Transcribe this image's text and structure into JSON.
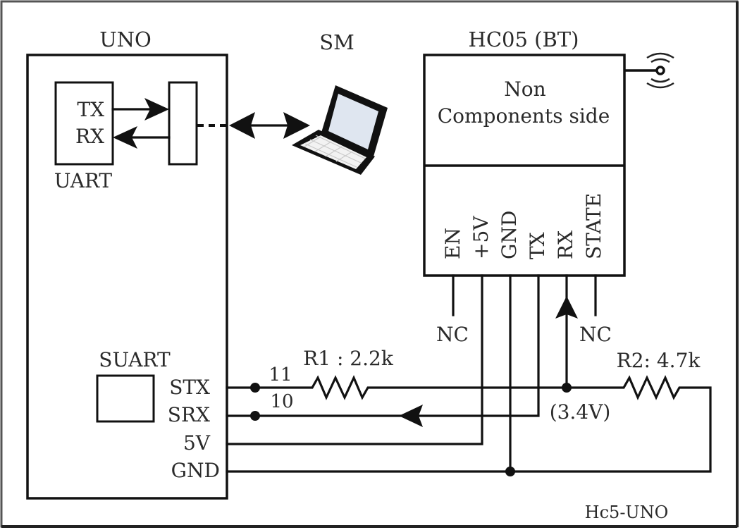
{
  "diagram": {
    "caption": "Hc5-UNO",
    "uno": {
      "title": "UNO",
      "uart": {
        "label": "UART",
        "tx": "TX",
        "rx": "RX"
      },
      "suart": {
        "label": "SUART",
        "pins": [
          "STX",
          "SRX",
          "5V",
          "GND"
        ],
        "pin_numbers": {
          "stx": "11",
          "srx": "10"
        }
      }
    },
    "serial_monitor": {
      "label": "SM",
      "icon": "laptop-icon"
    },
    "hc05": {
      "title": "HC05 (BT)",
      "top_text_line1": "Non",
      "top_text_line2": "Components side",
      "pins": [
        "EN",
        "+5V",
        "GND",
        "TX",
        "RX",
        "STATE"
      ],
      "nc_label_en": "NC",
      "nc_label_state": "NC",
      "antenna_icon": "wireless-antenna-icon"
    },
    "resistors": {
      "r1": "R1 : 2.2k",
      "r2": "R2: 4.7k"
    },
    "divider_voltage": "(3.4V)"
  }
}
